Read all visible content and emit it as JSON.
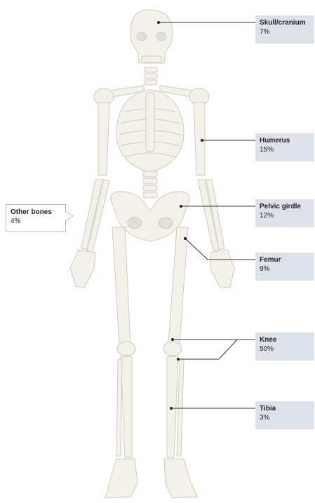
{
  "labels": [
    {
      "id": "skull",
      "name": "Skull/cranium",
      "pct": "7%"
    },
    {
      "id": "humerus",
      "name": "Humerus",
      "pct": "15%"
    },
    {
      "id": "pelvic",
      "name": "Pelvic girdle",
      "pct": "12%"
    },
    {
      "id": "femur",
      "name": "Femur",
      "pct": "9%"
    },
    {
      "id": "knee",
      "name": "Knee",
      "pct": "50%"
    },
    {
      "id": "tibia",
      "name": "Tibia",
      "pct": "3%"
    }
  ],
  "other": {
    "name": "Other bones",
    "pct": "4%"
  },
  "colors": {
    "bone_fill": "#f3f1e9",
    "bone_stroke": "#cfccc0",
    "label_bg": "#dde2ea",
    "leader": "#333333"
  }
}
